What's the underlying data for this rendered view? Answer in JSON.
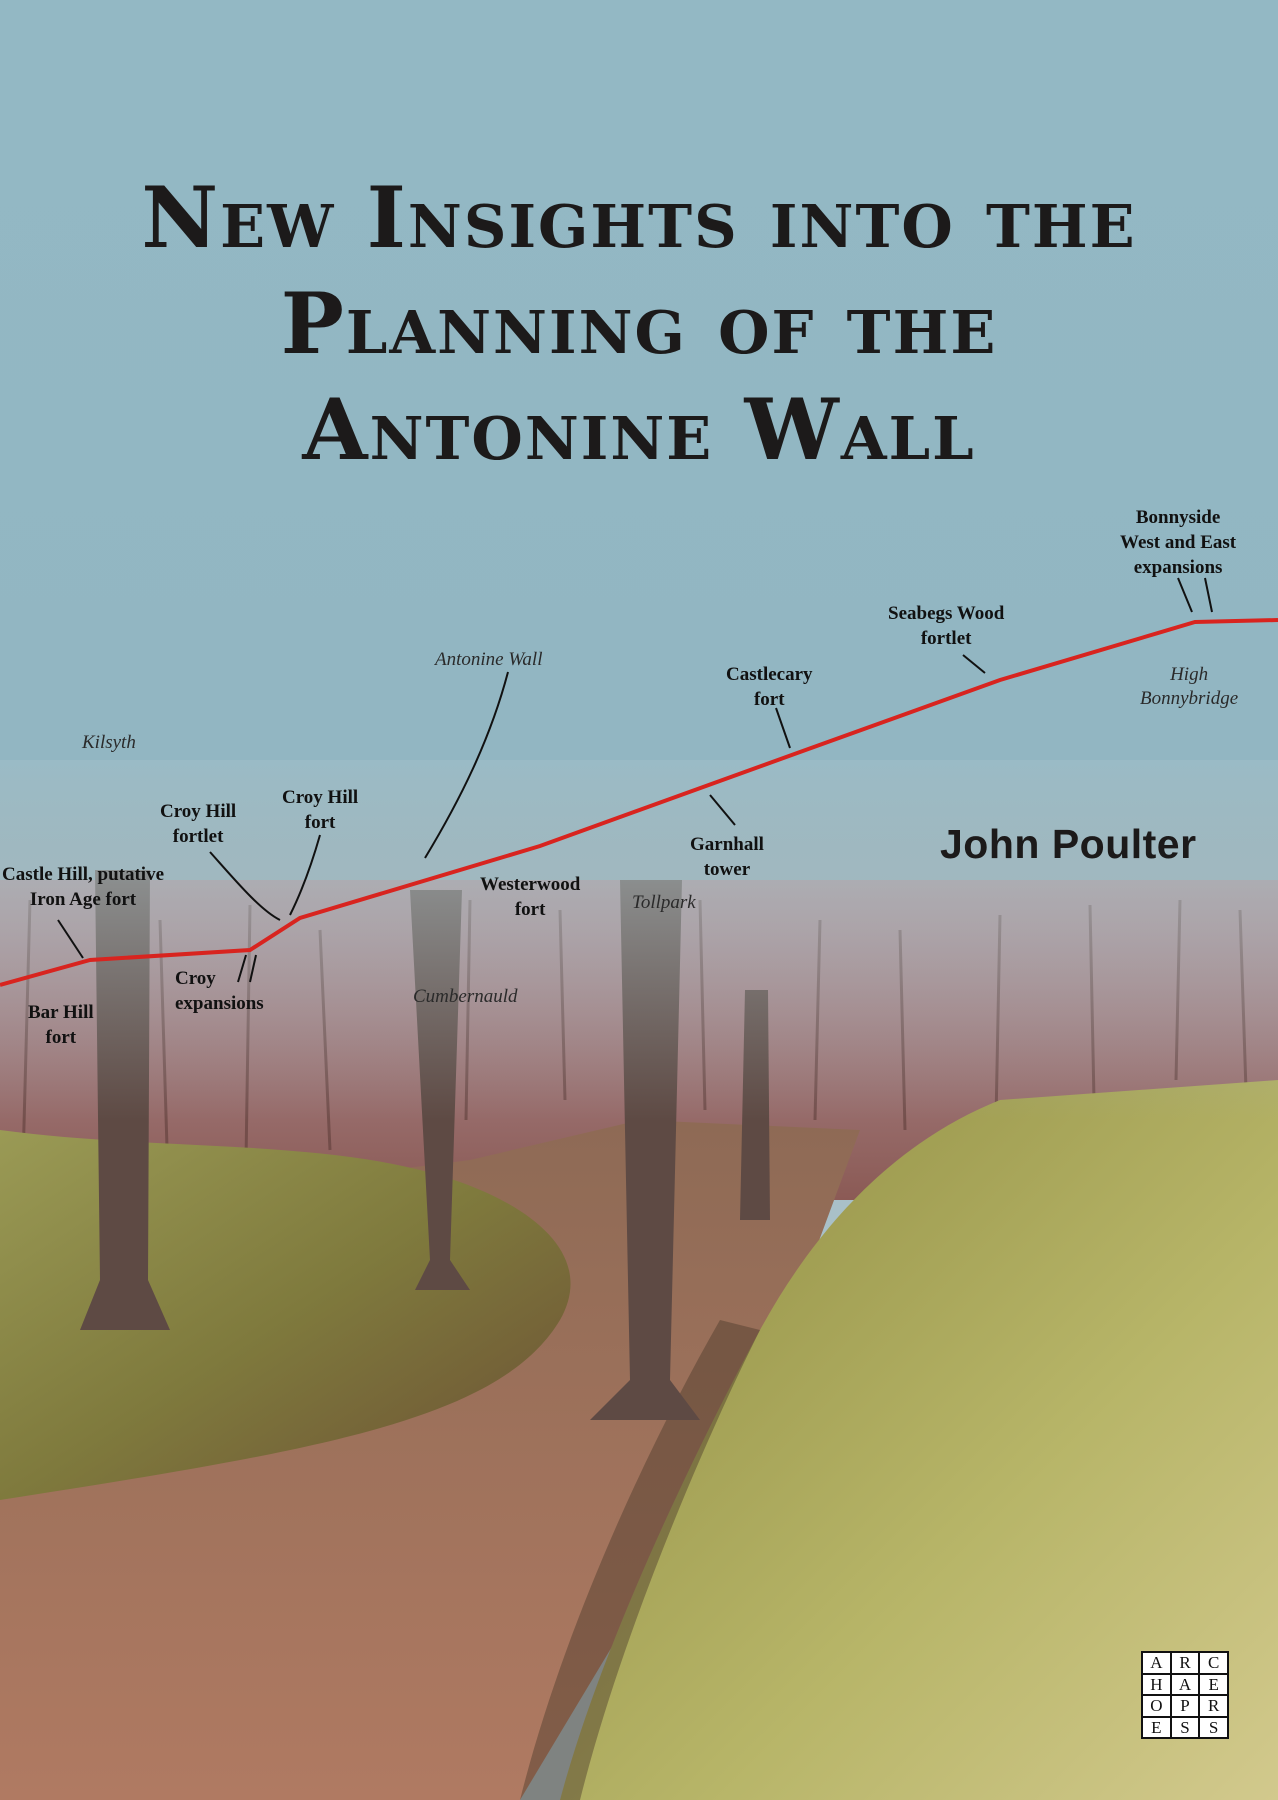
{
  "cover": {
    "title_lines": [
      "New Insights into the",
      "Planning of the",
      "Antonine Wall"
    ],
    "author": "John Poulter",
    "colors": {
      "sky": "#93b7c3",
      "wall_line": "#d8241f",
      "text": "#1c1a1a"
    }
  },
  "map": {
    "sites": [
      {
        "lines": [
          "Bonnyside",
          "West and East",
          "expansions"
        ]
      },
      {
        "lines": [
          "Seabegs Wood",
          "fortlet"
        ]
      },
      {
        "lines": [
          "Castlecary",
          "fort"
        ]
      },
      {
        "lines": [
          "Croy Hill",
          "fortlet"
        ]
      },
      {
        "lines": [
          "Croy Hill",
          "fort"
        ]
      },
      {
        "lines": [
          "Castle Hill, putative",
          "Iron Age fort"
        ]
      },
      {
        "lines": [
          "Westerwood",
          "fort"
        ]
      },
      {
        "lines": [
          "Garnhall",
          "tower"
        ]
      },
      {
        "lines": [
          "Croy",
          "expansions"
        ]
      },
      {
        "lines": [
          "Bar Hill",
          "fort"
        ]
      }
    ],
    "places": [
      {
        "lines": [
          "Antonine Wall"
        ]
      },
      {
        "lines": [
          "High",
          "Bonnybridge"
        ]
      },
      {
        "lines": [
          "Kilsyth"
        ]
      },
      {
        "lines": [
          "Tollpark"
        ]
      },
      {
        "lines": [
          "Cumbernauld"
        ]
      }
    ]
  },
  "publisher": {
    "logo_letters": [
      "A",
      "R",
      "C",
      "H",
      "A",
      "E",
      "O",
      "P",
      "R",
      "E",
      "S",
      "S"
    ]
  }
}
